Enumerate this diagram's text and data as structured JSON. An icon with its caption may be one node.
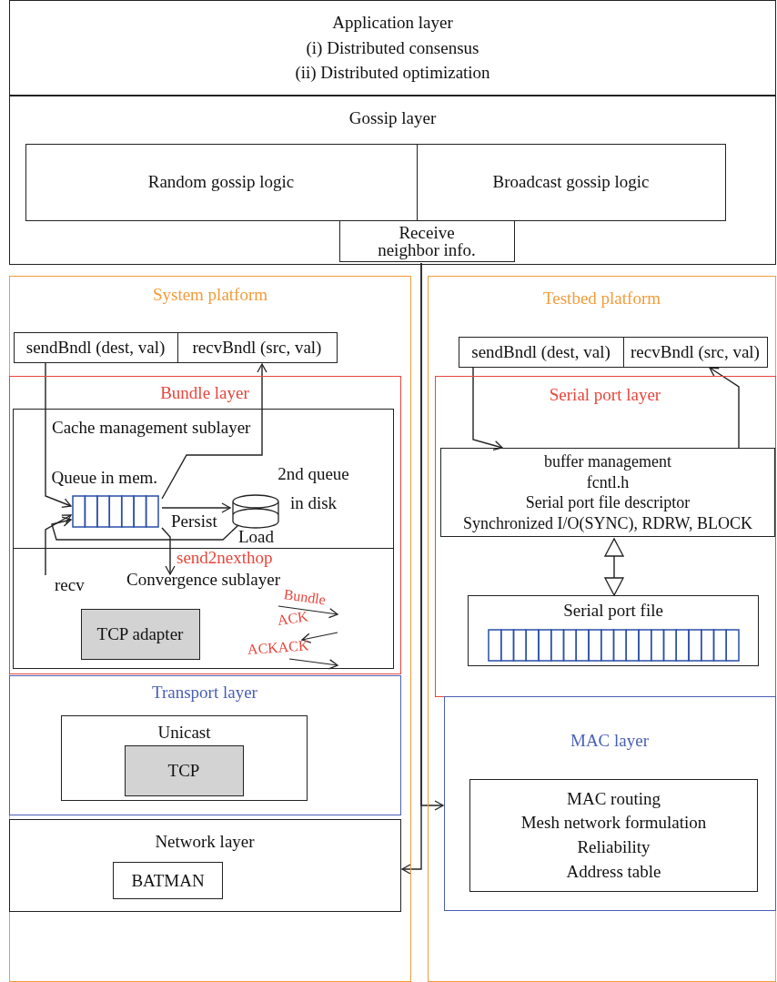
{
  "diagram": {
    "nodes": [
      {
        "text": [
          "Application layer",
          "(i) Distributed consensus",
          "(ii) Distributed optimization"
        ]
      },
      {
        "text": [
          "Gossip layer"
        ]
      },
      {
        "text": [
          "Random gossip logic"
        ],
        "in": 1
      },
      {
        "text": [
          "Broadcast gossip logic"
        ],
        "in": 1
      },
      {
        "text": [
          "Receive neighbor info."
        ],
        "in": 1
      },
      {
        "text": [
          "System platform"
        ]
      },
      {
        "text": [
          "sendBndl (dest, val)"
        ],
        "in": 5
      },
      {
        "text": [
          "recvBndl (src, val)"
        ],
        "in": 5
      },
      {
        "text": [
          "Bundle layer"
        ],
        "in": 5
      },
      {
        "text": [
          "Cache management sublayer"
        ],
        "in": 8
      },
      {
        "text": [
          "Queue in mem."
        ],
        "in": 9
      },
      {
        "text": [
          "2nd queue in disk"
        ],
        "in": 9
      },
      {
        "text": [
          "Convergence sublayer"
        ],
        "in": 8
      },
      {
        "text": [
          "TCP adapter"
        ],
        "in": 12
      },
      {
        "text": [
          "Transport layer"
        ],
        "in": 5
      },
      {
        "text": [
          "Unicast"
        ],
        "in": 14
      },
      {
        "text": [
          "TCP"
        ],
        "in": 15
      },
      {
        "text": [
          "Network layer"
        ],
        "in": 5
      },
      {
        "text": [
          "BATMAN"
        ],
        "in": 17
      },
      {
        "text": [
          "Testbed platform"
        ]
      },
      {
        "text": [
          "sendBndl (dest, val)"
        ],
        "in": 19
      },
      {
        "text": [
          "recvBndl (src, val)"
        ],
        "in": 19
      },
      {
        "text": [
          "Serial port layer"
        ],
        "in": 19
      },
      {
        "text": [
          "buffer management",
          "fcntl.h",
          "Serial port file descriptor",
          "Synchronized I/O(SYNC), RDRW, BLOCK"
        ],
        "in": 22
      },
      {
        "text": [
          "Serial port file"
        ],
        "in": 22
      },
      {
        "text": [
          "MAC layer"
        ],
        "in": 19
      },
      {
        "text": [
          "MAC routing",
          "Mesh network formulation",
          "Reliability",
          "Address table"
        ],
        "in": 25
      }
    ],
    "edges": [
      {
        "from": 6,
        "to": 10,
        "arrow": "to"
      },
      {
        "from": 10,
        "to": 7,
        "arrow": "to"
      },
      {
        "from": 10,
        "to": 11,
        "label": "Persist",
        "arrow": "to"
      },
      {
        "from": 11,
        "to": 10,
        "label": "Load",
        "arrow": "to"
      },
      {
        "from": 10,
        "to": 12,
        "label": "send2nexthop",
        "arrow": "to"
      },
      {
        "from": null,
        "to": 10,
        "label": "recv",
        "arrow": "to"
      },
      {
        "from": 20,
        "to": 23,
        "arrow": "to"
      },
      {
        "from": 23,
        "to": 21,
        "arrow": "to"
      },
      {
        "from": 23,
        "to": 24,
        "arrow": "both"
      },
      {
        "from": 4,
        "to": 25,
        "arrow": "to"
      },
      {
        "from": 4,
        "to": 17,
        "arrow": "to"
      }
    ],
    "labels": [
      "Bundle",
      "ACK",
      "ACKACK"
    ]
  }
}
